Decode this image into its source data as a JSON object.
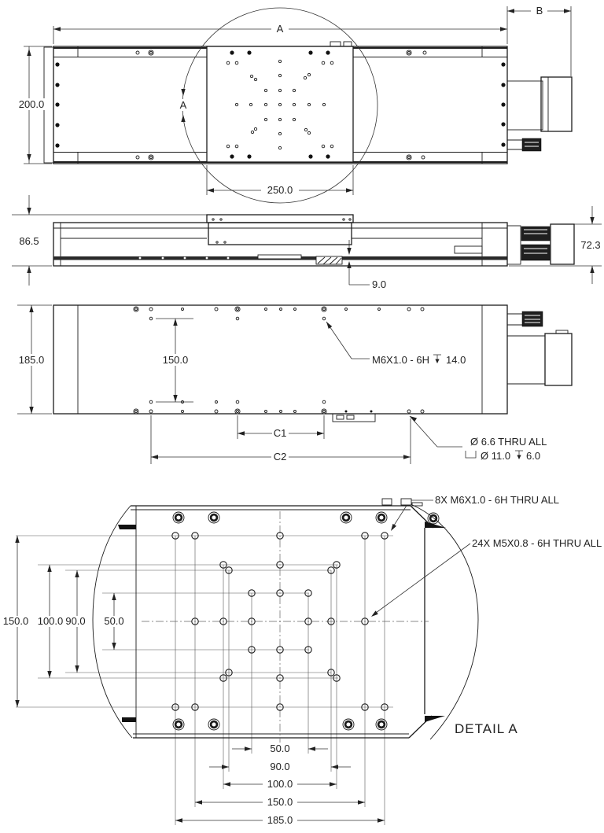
{
  "views": {
    "top": {
      "dim_a": "A",
      "dim_b": "B",
      "dim_width": "200.0",
      "dim_carriage": "250.0",
      "section_label": "A"
    },
    "side": {
      "dim_height": "86.5",
      "dim_motor_height": "72.3",
      "dim_offset": "9.0"
    },
    "bottom": {
      "dim_width": "185.0",
      "dim_hole_span": "150.0",
      "dim_c1": "C1",
      "dim_c2": "C2",
      "callout_tap": "M6X1.0 - 6H",
      "callout_tap_depth": "14.0",
      "callout_thru": "Ø 6.6 THRU ALL",
      "callout_cbore": "Ø 11.0",
      "callout_cbore_depth": "6.0"
    },
    "detail": {
      "title": "DETAIL A",
      "callout_m6": "8X M6X1.0 - 6H THRU ALL",
      "callout_m5": "24X M5X0.8 - 6H THRU ALL",
      "dim_v_150": "150.0",
      "dim_v_100": "100.0",
      "dim_v_90": "90.0",
      "dim_v_50": "50.0",
      "dim_h_50": "50.0",
      "dim_h_90": "90.0",
      "dim_h_100": "100.0",
      "dim_h_150": "150.0",
      "dim_h_185": "185.0"
    }
  },
  "symbols": {
    "depth": "depth-symbol",
    "counterbore": "counterbore-symbol"
  },
  "colors": {
    "line": "#1c1c1c",
    "background": "#ffffff"
  }
}
